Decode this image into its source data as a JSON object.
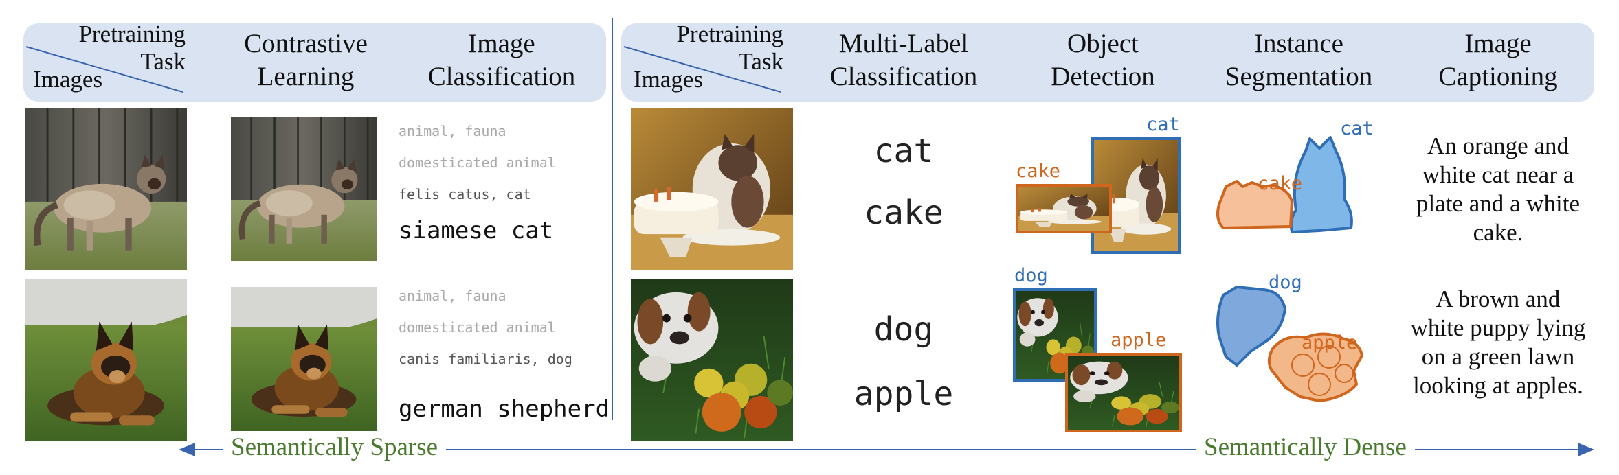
{
  "left_panel": {
    "corner_top": "Pretraining Task",
    "corner_bottom": "Images",
    "col_contrastive": "Contrastive Learning",
    "col_classification": "Image Classification",
    "rows": [
      {
        "hierarchy": [
          "animal, fauna",
          "domesticated animal",
          "felis catus, cat"
        ],
        "label": "siamese cat"
      },
      {
        "hierarchy": [
          "animal, fauna",
          "domesticated animal",
          "canis familiaris, dog"
        ],
        "label": "german shepherd"
      }
    ]
  },
  "right_panel": {
    "corner_top": "Pretraining Task",
    "corner_bottom": "Images",
    "col_multilabel": "Multi-Label Classification",
    "col_detection": "Object Detection",
    "col_segmentation": "Instance Segmentation",
    "col_captioning": "Image Captioning",
    "rows": [
      {
        "labels": [
          "cat",
          "cake"
        ],
        "detection": {
          "blue_label": "cat",
          "orange_label": "cake"
        },
        "segmentation": {
          "blue_label": "cat",
          "orange_label": "cake"
        },
        "caption": "An orange and white cat near a plate and a white cake."
      },
      {
        "labels": [
          "dog",
          "apple"
        ],
        "detection": {
          "blue_label": "dog",
          "orange_label": "apple"
        },
        "segmentation": {
          "blue_label": "dog",
          "orange_label": "apple"
        },
        "caption": "A brown and white puppy lying on a green lawn looking at apples."
      }
    ]
  },
  "axis": {
    "left_label": "Semantically Sparse",
    "right_label": "Semantically Dense"
  },
  "colors": {
    "header_bg": "#d9e3f1",
    "blue": "#2f6db5",
    "orange": "#d0651e",
    "axis_text": "#4a7a2e",
    "axis_line": "#3b64b0"
  }
}
